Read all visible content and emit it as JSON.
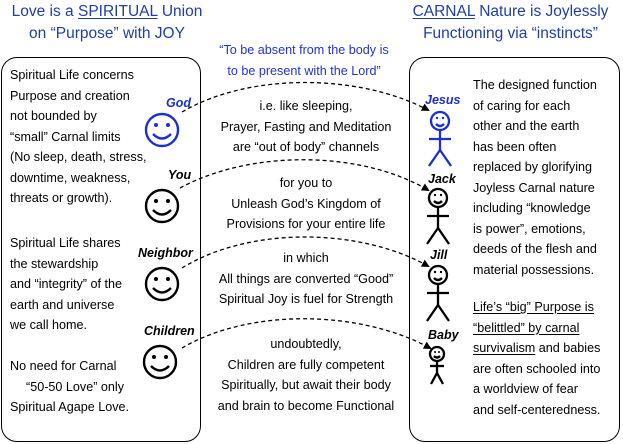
{
  "left_title": {
    "line1_prefix": "Love is a ",
    "line1_emph": "SPIRITUAL",
    "line1_suffix": " Union",
    "line2": "on “Purpose” with JOY"
  },
  "right_title": {
    "line1_emph": "CARNAL",
    "line1_suffix": " Nature is Joylessly",
    "line2": "Functioning via “instincts”"
  },
  "quote": {
    "line1": "“To be absent from the body is",
    "line2": "to be present with the Lord”"
  },
  "left_panel": {
    "p1": [
      "Spiritual Life concerns",
      "Purpose and creation",
      "not bounded by",
      "“small” Carnal limits",
      "(No sleep, death, stress,",
      "downtime, weakness,",
      "threats or growth)."
    ],
    "p2": [
      "Spiritual Life shares",
      "the stewardship",
      "and “integrity” of the",
      "earth and universe",
      "we call home."
    ],
    "p3": [
      "No need for Carnal",
      "“50-50 Love” only",
      "Spiritual Agape Love."
    ]
  },
  "right_panel": {
    "p1": [
      "The designed function",
      "of caring for each",
      "other and the earth",
      "has been often",
      "replaced by glorifying",
      "Joyless Carnal nature",
      "including “knowledge",
      "is power”, emotions,",
      "deeds of the flesh and",
      "material possessions."
    ],
    "p2_underlined": [
      "Life’s “big” Purpose is",
      "“belittled” by carnal"
    ],
    "p2_plain": [
      "survivalism and babies",
      "are often schooled into",
      "a worldview of fear",
      "and self-centeredness."
    ],
    "p2_line3_underlined": "survivalism"
  },
  "faces": [
    {
      "label": "God",
      "color": "#1c2fd0"
    },
    {
      "label": "You",
      "color": "#000000"
    },
    {
      "label": "Neighbor",
      "color": "#000000"
    },
    {
      "label": "Children",
      "color": "#000000"
    }
  ],
  "figures": [
    {
      "label": "Jesus",
      "color": "#1c2fd0"
    },
    {
      "label": "Jack",
      "color": "#000000"
    },
    {
      "label": "Jill",
      "color": "#000000"
    },
    {
      "label": "Baby",
      "color": "#000000"
    }
  ],
  "middle": [
    [
      "i.e. like sleeping,",
      "Prayer, Fasting and Meditation",
      "are “out of body” channels"
    ],
    [
      "for you to",
      "Unleash God’s Kingdom of",
      "Provisions for your entire life"
    ],
    [
      "in which",
      "All things are converted “Good”",
      "Spiritual Joy is fuel for Strength"
    ],
    [
      "undoubtedly,",
      "Children are fully competent",
      "Spiritually, but await their body",
      "and brain to become Functional"
    ]
  ]
}
